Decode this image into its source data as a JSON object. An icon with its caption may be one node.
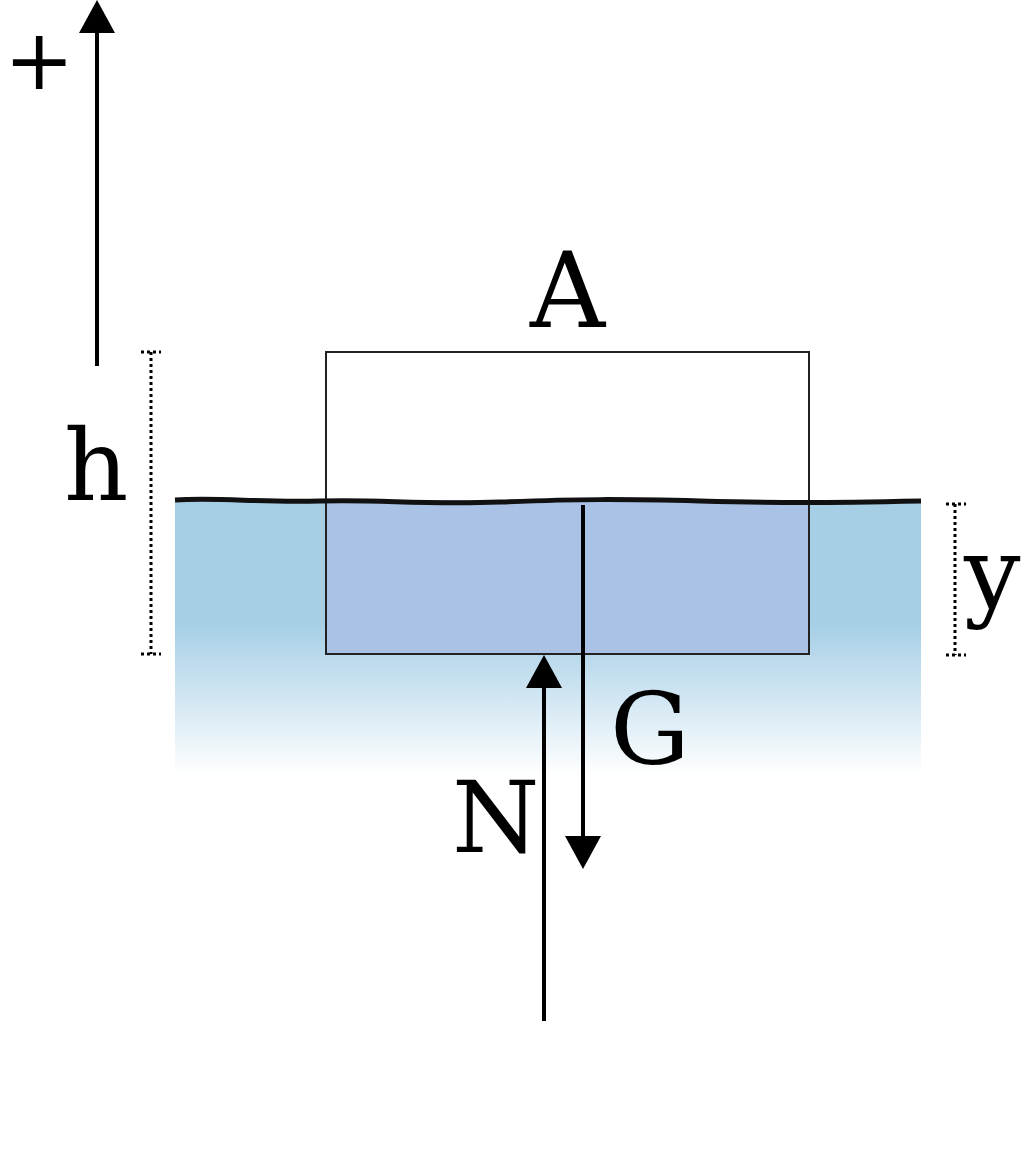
{
  "diagram": {
    "nodes": [
      {
        "text": [
          "A"
        ]
      }
    ],
    "labels": [
      "+",
      "h",
      "y",
      "G",
      "N"
    ]
  }
}
